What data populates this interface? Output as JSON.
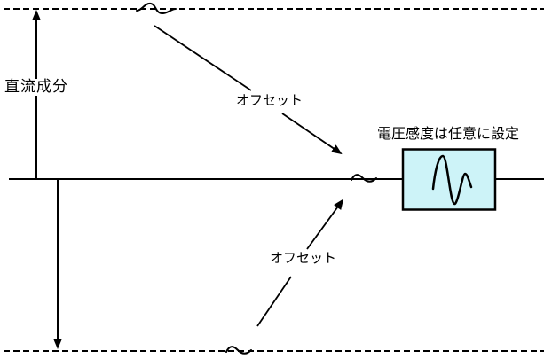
{
  "diagram": {
    "type": "signal-offset-diagram",
    "labels": {
      "dc_component": "直流成分",
      "offset_upper": "オフセット",
      "offset_lower": "オフセット",
      "voltage_sensitivity": "電圧感度は任意に設定"
    },
    "colors": {
      "line": "#000000",
      "box_fill": "#CDF3F8",
      "box_border": "#000000",
      "background": "#FFFFFF"
    },
    "graphics": {
      "break_symbols": [
        "break-symbol-top",
        "break-symbol-middle",
        "break-symbol-bottom"
      ],
      "waveform": "sine-burst-waveform",
      "dashed_levels": [
        "top-dashed-level-line",
        "bottom-dashed-level-line"
      ],
      "baseline": "zero-baseline"
    }
  }
}
